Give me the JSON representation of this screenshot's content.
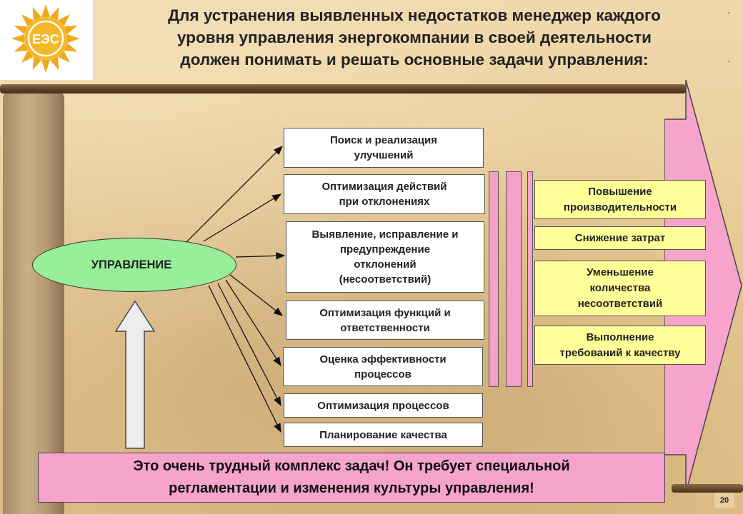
{
  "header": {
    "title_lines": [
      "Для устранения выявленных недостатков менеджер каждого",
      "уровня управления энергокомпании в своей деятельности",
      "должен понимать и решать основные задачи управления:"
    ],
    "dash_mark": "-"
  },
  "logo": {
    "icon": "sun-logo-icon",
    "text": "ЕЭС"
  },
  "diagram": {
    "center_node": "УПРАВЛЕНИЕ",
    "tasks": [
      {
        "lines": [
          "Поиск  и реализация",
          "улучшений"
        ]
      },
      {
        "lines": [
          "Оптимизация   действий",
          "при отклонениях"
        ]
      },
      {
        "lines": [
          "Выявление, исправление и",
          "предупреждение",
          "отклонений",
          "(несоответствий)"
        ]
      },
      {
        "lines": [
          "Оптимизация  функций и",
          "ответственности"
        ]
      },
      {
        "lines": [
          "Оценка эффективности",
          "процессов"
        ]
      },
      {
        "lines": [
          "Оптимизация    процессов"
        ]
      },
      {
        "lines": [
          "Планирование качества"
        ]
      }
    ],
    "results": [
      {
        "lines": [
          "Повышение",
          "производительности"
        ]
      },
      {
        "lines": [
          "Снижение затрат"
        ]
      },
      {
        "lines": [
          "Уменьшение",
          "количества",
          "несоответствий"
        ]
      },
      {
        "lines": [
          "Выполнение",
          "требований к качеству"
        ]
      }
    ]
  },
  "footer": {
    "lines": [
      "Это очень трудный комплекс задач! Он требует специальной",
      "регламентации и изменения  культуры управления!"
    ]
  },
  "page_number": "20",
  "colors": {
    "ellipse_fill": "#99ee99",
    "result_fill": "#ffff99",
    "pink": "#f6a4cc",
    "beam": "#5a3d22"
  }
}
